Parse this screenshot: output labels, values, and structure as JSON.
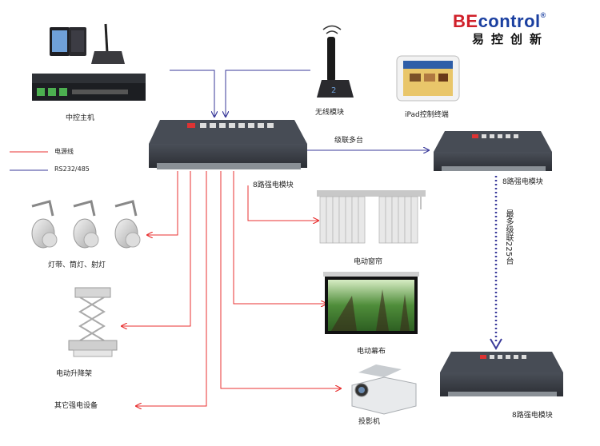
{
  "brand": {
    "logo_part1": "BE",
    "logo_part2": "control",
    "registered": "®",
    "slogan": "易控创新"
  },
  "legend": {
    "power_line": "电源线",
    "signal_line": "RS232/485"
  },
  "labels": {
    "central_host": "中控主机",
    "wireless_module": "无线模块",
    "ipad_terminal": "iPad控制终端",
    "main_module": "8路强电模块",
    "cascade": "级联多台",
    "module_right": "8路强电模块",
    "max_cascade": "最多级联225台",
    "module_bottom": "8路强电模块",
    "lights": "灯带、筒灯、射灯",
    "curtain": "电动窗帘",
    "screen": "电动幕布",
    "lift": "电动升降架",
    "projector": "投影机",
    "other": "其它强电设备"
  },
  "colors": {
    "power_line": "#e83030",
    "signal_line": "#3a3a9a",
    "device_dark": "#3b3f47",
    "brand_red": "#d0202a",
    "brand_blue": "#1a3fa0"
  }
}
